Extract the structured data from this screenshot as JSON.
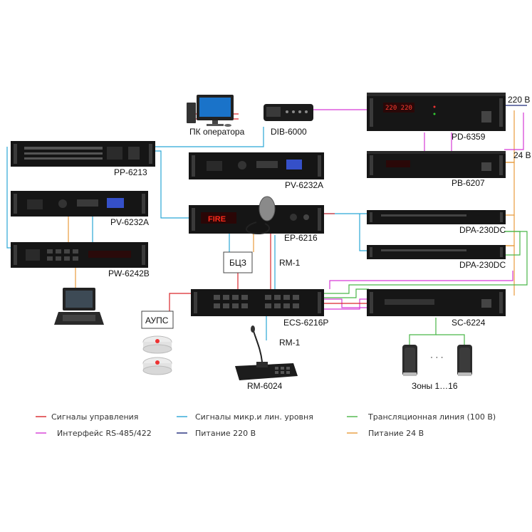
{
  "colors": {
    "control": "#d9262a",
    "audio": "#2aa6d6",
    "line100": "#49b648",
    "rs485": "#d63ad6",
    "power220": "#1e2a7a",
    "power24": "#e89b3c"
  },
  "devices": {
    "pc": "ПК оператора",
    "dib": "DIB-6000",
    "pd": "PD-6359",
    "pb": "PB-6207",
    "pp": "PP-6213",
    "pv_top": "PV-6232A",
    "pv_left": "PV-6232A",
    "ep": "EP-6216",
    "pw": "PW-6242B",
    "dpa1": "DPA-230DC",
    "dpa2": "DPA-230DC",
    "ecs": "ECS-6216P",
    "sc": "SC-6224",
    "rm": "RM-6024",
    "zones": "Зоны 1…16",
    "zones_dots": "· · ·"
  },
  "labels": {
    "v220": "220 В",
    "v24": "24 В",
    "rm1_upper": "RM-1",
    "rm1_lower": "RM-1",
    "bcz": "БЦЗ",
    "aups": "АУПС",
    "ep_display": "FIRE",
    "pd_display": "220  220"
  },
  "legend": {
    "control": "Сигналы управления",
    "audio": "Сигналы микр.и лин. уровня",
    "line100": "Трансляционная линия (100 В)",
    "rs485": "Интерфейс RS-485/422",
    "power220": "Питание 220 В",
    "power24": "Питание 24 В"
  }
}
